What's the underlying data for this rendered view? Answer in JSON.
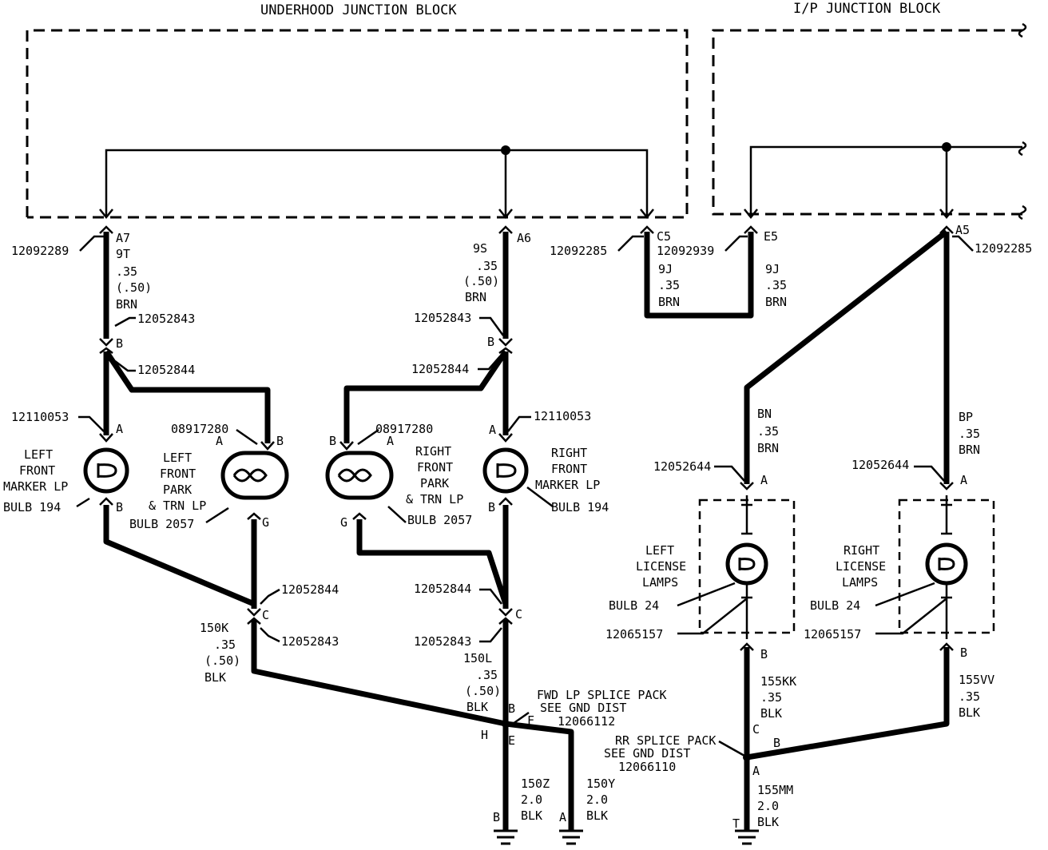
{
  "title_underhood": "UNDERHOOD JUNCTION BLOCK",
  "title_ip": "I/P JUNCTION BLOCK",
  "pins": {
    "a7": "A7",
    "a6": "A6",
    "c5": "C5",
    "e5": "E5",
    "a5": "A5",
    "b_l": "B",
    "b_r": "B",
    "a_l": "A",
    "a_r": "A",
    "lp_a": "A",
    "lp_b": "B",
    "lp_g": "G",
    "rp_b": "B",
    "rp_a": "A",
    "rp_g": "G",
    "lm_b": "B",
    "rm_b": "B",
    "c_l": "C",
    "c_r": "C",
    "sp_b": "B",
    "sp_f": "F",
    "sp_h": "H",
    "sp_e": "E",
    "g_b": "B",
    "g_a": "A",
    "ll_a": "A",
    "ll_b": "B",
    "rl_a": "A",
    "rl_b": "B",
    "rr_c": "C",
    "rr_b": "B",
    "rr_a": "A",
    "rr_t": "T"
  },
  "parts": {
    "p12092289": "12092289",
    "p12092285_c5": "12092285",
    "p12092939": "12092939",
    "p12092285_a5": "12092285",
    "p12052843_l": "12052843",
    "p12052843_r": "12052843",
    "p12052844_l": "12052844",
    "p12052844_r": "12052844",
    "p12110053_l": "12110053",
    "p12110053_r": "12110053",
    "p08917280_l": "08917280",
    "p08917280_r": "08917280",
    "p12052844_c": "12052844",
    "p12052843_c": "12052843",
    "p12052844_c2": "12052844",
    "p12052843_c2": "12052843",
    "p12052644_l": "12052644",
    "p12052644_r": "12052644",
    "p12065157_l": "12065157",
    "p12065157_r": "12065157"
  },
  "wires": {
    "w9t": [
      "9T",
      ".35",
      "(.50)",
      "BRN"
    ],
    "w9s": [
      "9S",
      ".35",
      "(.50)",
      "BRN"
    ],
    "w9j_a": [
      "9J",
      ".35",
      "BRN"
    ],
    "w9j_b": [
      "9J",
      ".35",
      "BRN"
    ],
    "wbn": [
      "BN",
      ".35",
      "BRN"
    ],
    "wbp": [
      "BP",
      ".35",
      "BRN"
    ],
    "w150k": [
      "150K",
      ".35",
      "(.50)",
      "BLK"
    ],
    "w150l": [
      "150L",
      ".35",
      "(.50)",
      "BLK"
    ],
    "w155kk": [
      "155KK",
      ".35",
      "BLK"
    ],
    "w155vv": [
      "155VV",
      ".35",
      "BLK"
    ],
    "w150z": [
      "150Z",
      "2.0",
      "BLK"
    ],
    "w150y": [
      "150Y",
      "2.0",
      "BLK"
    ],
    "w155mm": [
      "155MM",
      "2.0",
      "BLK"
    ]
  },
  "lamps": {
    "left_marker": [
      "LEFT",
      "FRONT",
      "MARKER LP"
    ],
    "left_park": [
      "LEFT",
      "FRONT",
      "PARK",
      "& TRN LP"
    ],
    "right_park": [
      "RIGHT",
      "FRONT",
      "PARK",
      "& TRN LP"
    ],
    "right_marker": [
      "RIGHT",
      "FRONT",
      "MARKER LP"
    ],
    "left_license": [
      "LEFT",
      "LICENSE",
      "LAMPS"
    ],
    "right_license": [
      "RIGHT",
      "LICENSE",
      "LAMPS"
    ]
  },
  "bulbs": {
    "b194_l": "BULB 194",
    "b2057_l": "BULB 2057",
    "b2057_r": "BULB 2057",
    "b194_r": "BULB 194",
    "b24_l": "BULB 24",
    "b24_r": "BULB 24"
  },
  "splices": {
    "fwd": [
      "FWD LP SPLICE PACK",
      "SEE GND DIST",
      "12066112"
    ],
    "rr": [
      "RR SPLICE PACK",
      "SEE GND DIST",
      "12066110"
    ]
  }
}
